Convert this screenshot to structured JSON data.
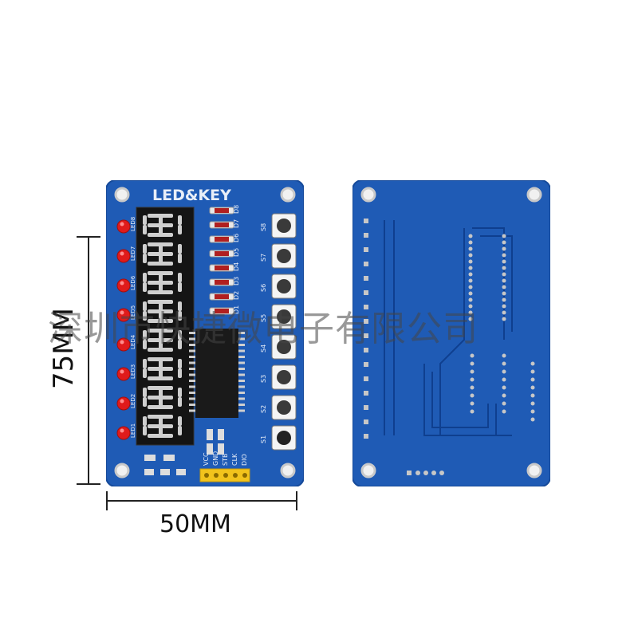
{
  "dimensions": {
    "height_label": "75MM",
    "width_label": "50MM"
  },
  "front_board": {
    "title": "LED&KEY",
    "led_labels": [
      "LED8",
      "LED7",
      "LED6",
      "LED5",
      "LED4",
      "LED3",
      "LED2",
      "LED1"
    ],
    "diode_labels": [
      "D8",
      "D7",
      "D6",
      "D5",
      "D4",
      "D3",
      "D2",
      "D1"
    ],
    "button_labels": [
      "S8",
      "S7",
      "S6",
      "S5",
      "S4",
      "S3",
      "S2",
      "S1"
    ],
    "pin_labels": [
      "VCC",
      "GND",
      "STB",
      "CLK",
      "DIO"
    ],
    "digit_text": "88888888"
  },
  "watermark": "深圳市快捷微电子有限公司",
  "colors": {
    "pcb": "#1f5bb5",
    "led": "#e01b1b",
    "header": "#f2c31c"
  }
}
